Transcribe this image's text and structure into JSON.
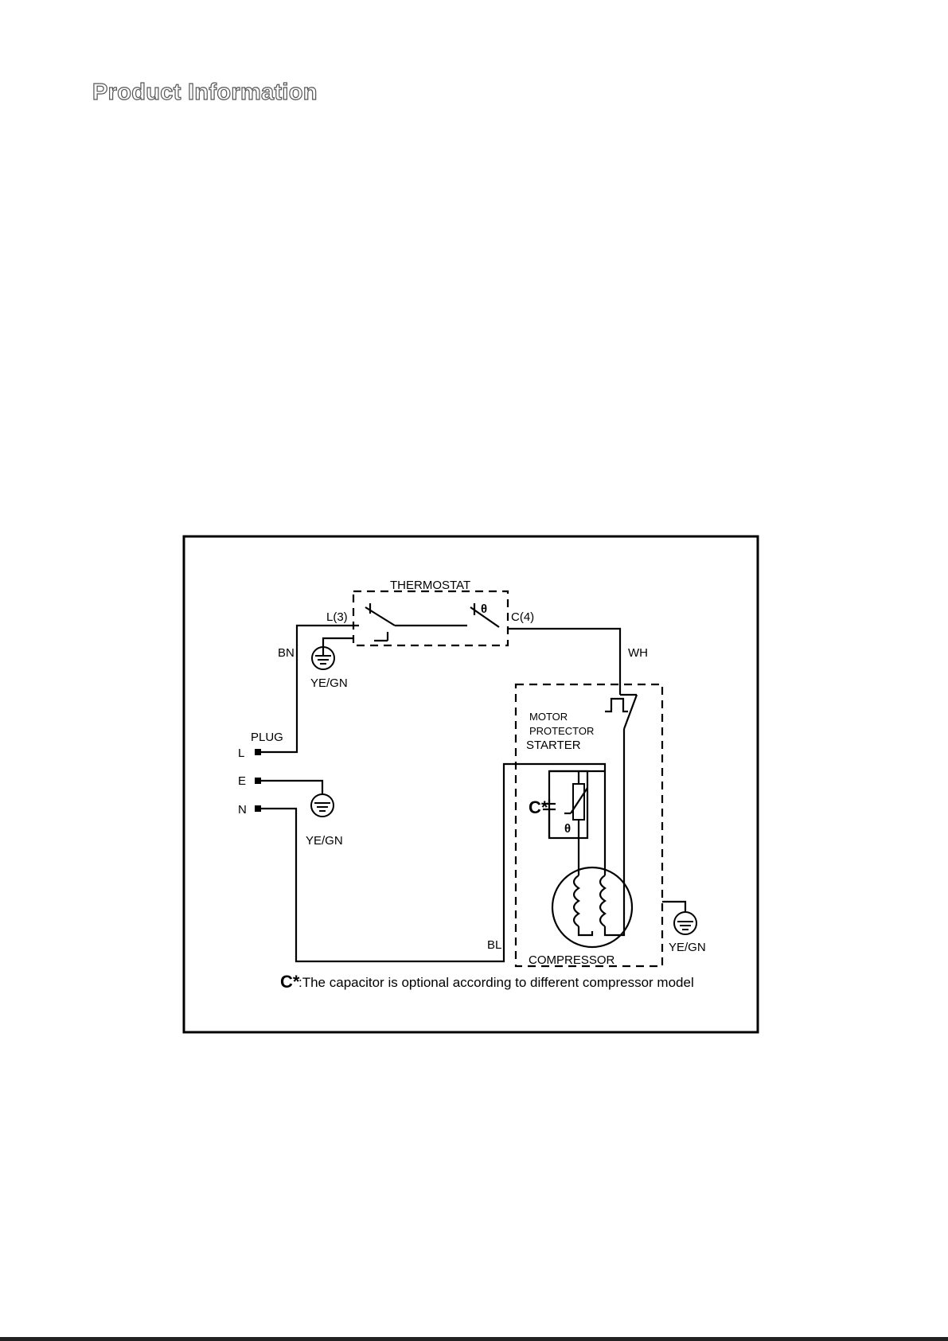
{
  "page": {
    "title": "Product Information"
  },
  "diagram": {
    "thermostat_label": "THERMOSTAT",
    "thermostat_terminal_left": "L(3)",
    "thermostat_terminal_right": "C(4)",
    "theta_symbol": "θ",
    "wire_brown": "BN",
    "wire_white": "WH",
    "wire_blue": "BL",
    "ground_label": "YE/GN",
    "plug_label": "PLUG",
    "pin_l": "L",
    "pin_e": "E",
    "pin_n": "N",
    "motor_protector_line1": "MOTOR",
    "motor_protector_line2": "PROTECTOR",
    "starter_label": "STARTER",
    "capacitor_symbol": "C*",
    "compressor_label": "COMPRESSOR",
    "note_prefix": "C*",
    "note_text": ":The capacitor is optional according to different compressor model"
  }
}
